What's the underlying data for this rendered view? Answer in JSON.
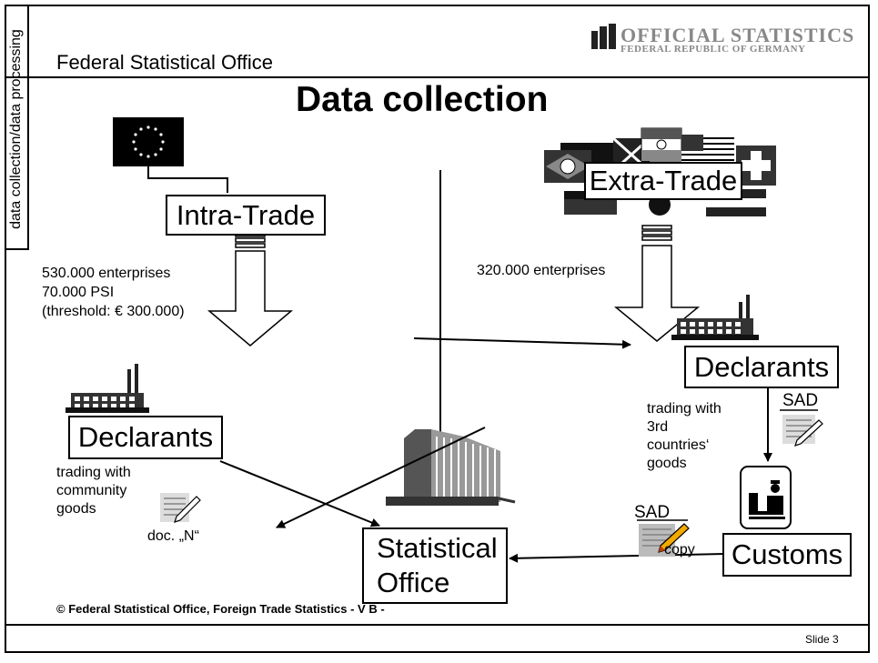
{
  "sidebar": {
    "label": "data collection/data processing"
  },
  "header": {
    "org": "Federal Statistical Office",
    "logo_title": "OFFICIAL STATISTICS",
    "logo_subtitle": "FEDERAL REPUBLIC OF GERMANY"
  },
  "title": "Data collection",
  "intra": {
    "label": "Intra-Trade",
    "enterprises": "530.000 enterprises",
    "psi": "70.000 PSI",
    "threshold": "(threshold: € 300.000)",
    "declarants": "Declarants",
    "goods_line1": "trading with",
    "goods_line2": "community",
    "goods_line3": "goods",
    "doc": "doc. „N“"
  },
  "extra": {
    "label": "Extra-Trade",
    "enterprises": "320.000 enterprises",
    "declarants": "Declarants",
    "goods_line1": "trading with",
    "goods_line2": "3rd",
    "goods_line3": "countries‘",
    "goods_line4": "goods",
    "sad": "SAD",
    "customs": "Customs",
    "sad_copy_label": "SAD",
    "copy": "copy"
  },
  "office": {
    "line1": "Statistical",
    "line2": "Office"
  },
  "footer": {
    "copyright": "© Federal Statistical Office, Foreign Trade Statistics - V B -",
    "slide": "Slide 3"
  },
  "colors": {
    "ink": "#000000",
    "eu_blue": "#000000",
    "eu_star": "#ffffff",
    "pencil": "#f2a900"
  }
}
